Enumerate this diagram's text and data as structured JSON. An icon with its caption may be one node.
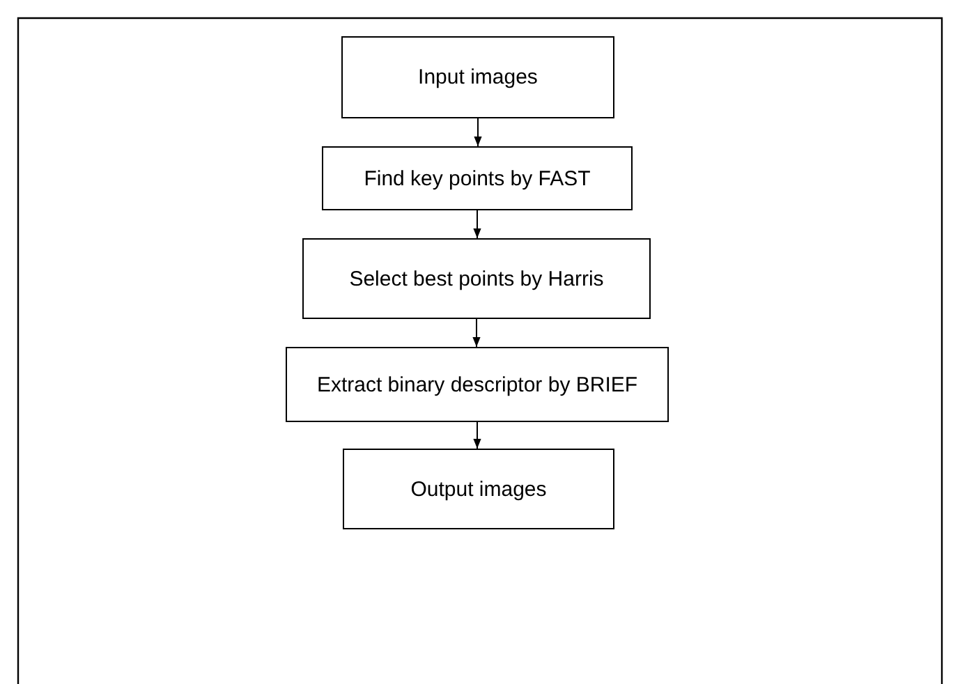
{
  "diagram": {
    "nodes": [
      {
        "text": [
          "Input images"
        ]
      },
      {
        "text": [
          "Find key points by FAST"
        ]
      },
      {
        "text": [
          "Select best points by Harris"
        ]
      },
      {
        "text": [
          "Extract binary descriptor by BRIEF"
        ]
      },
      {
        "text": [
          "Output images"
        ]
      }
    ],
    "edges": [
      {
        "from": 0,
        "to": 1,
        "arrow": "to"
      },
      {
        "from": 1,
        "to": 2,
        "arrow": "to"
      },
      {
        "from": 2,
        "to": 3,
        "arrow": "to"
      },
      {
        "from": 3,
        "to": 4,
        "arrow": "to"
      }
    ]
  }
}
